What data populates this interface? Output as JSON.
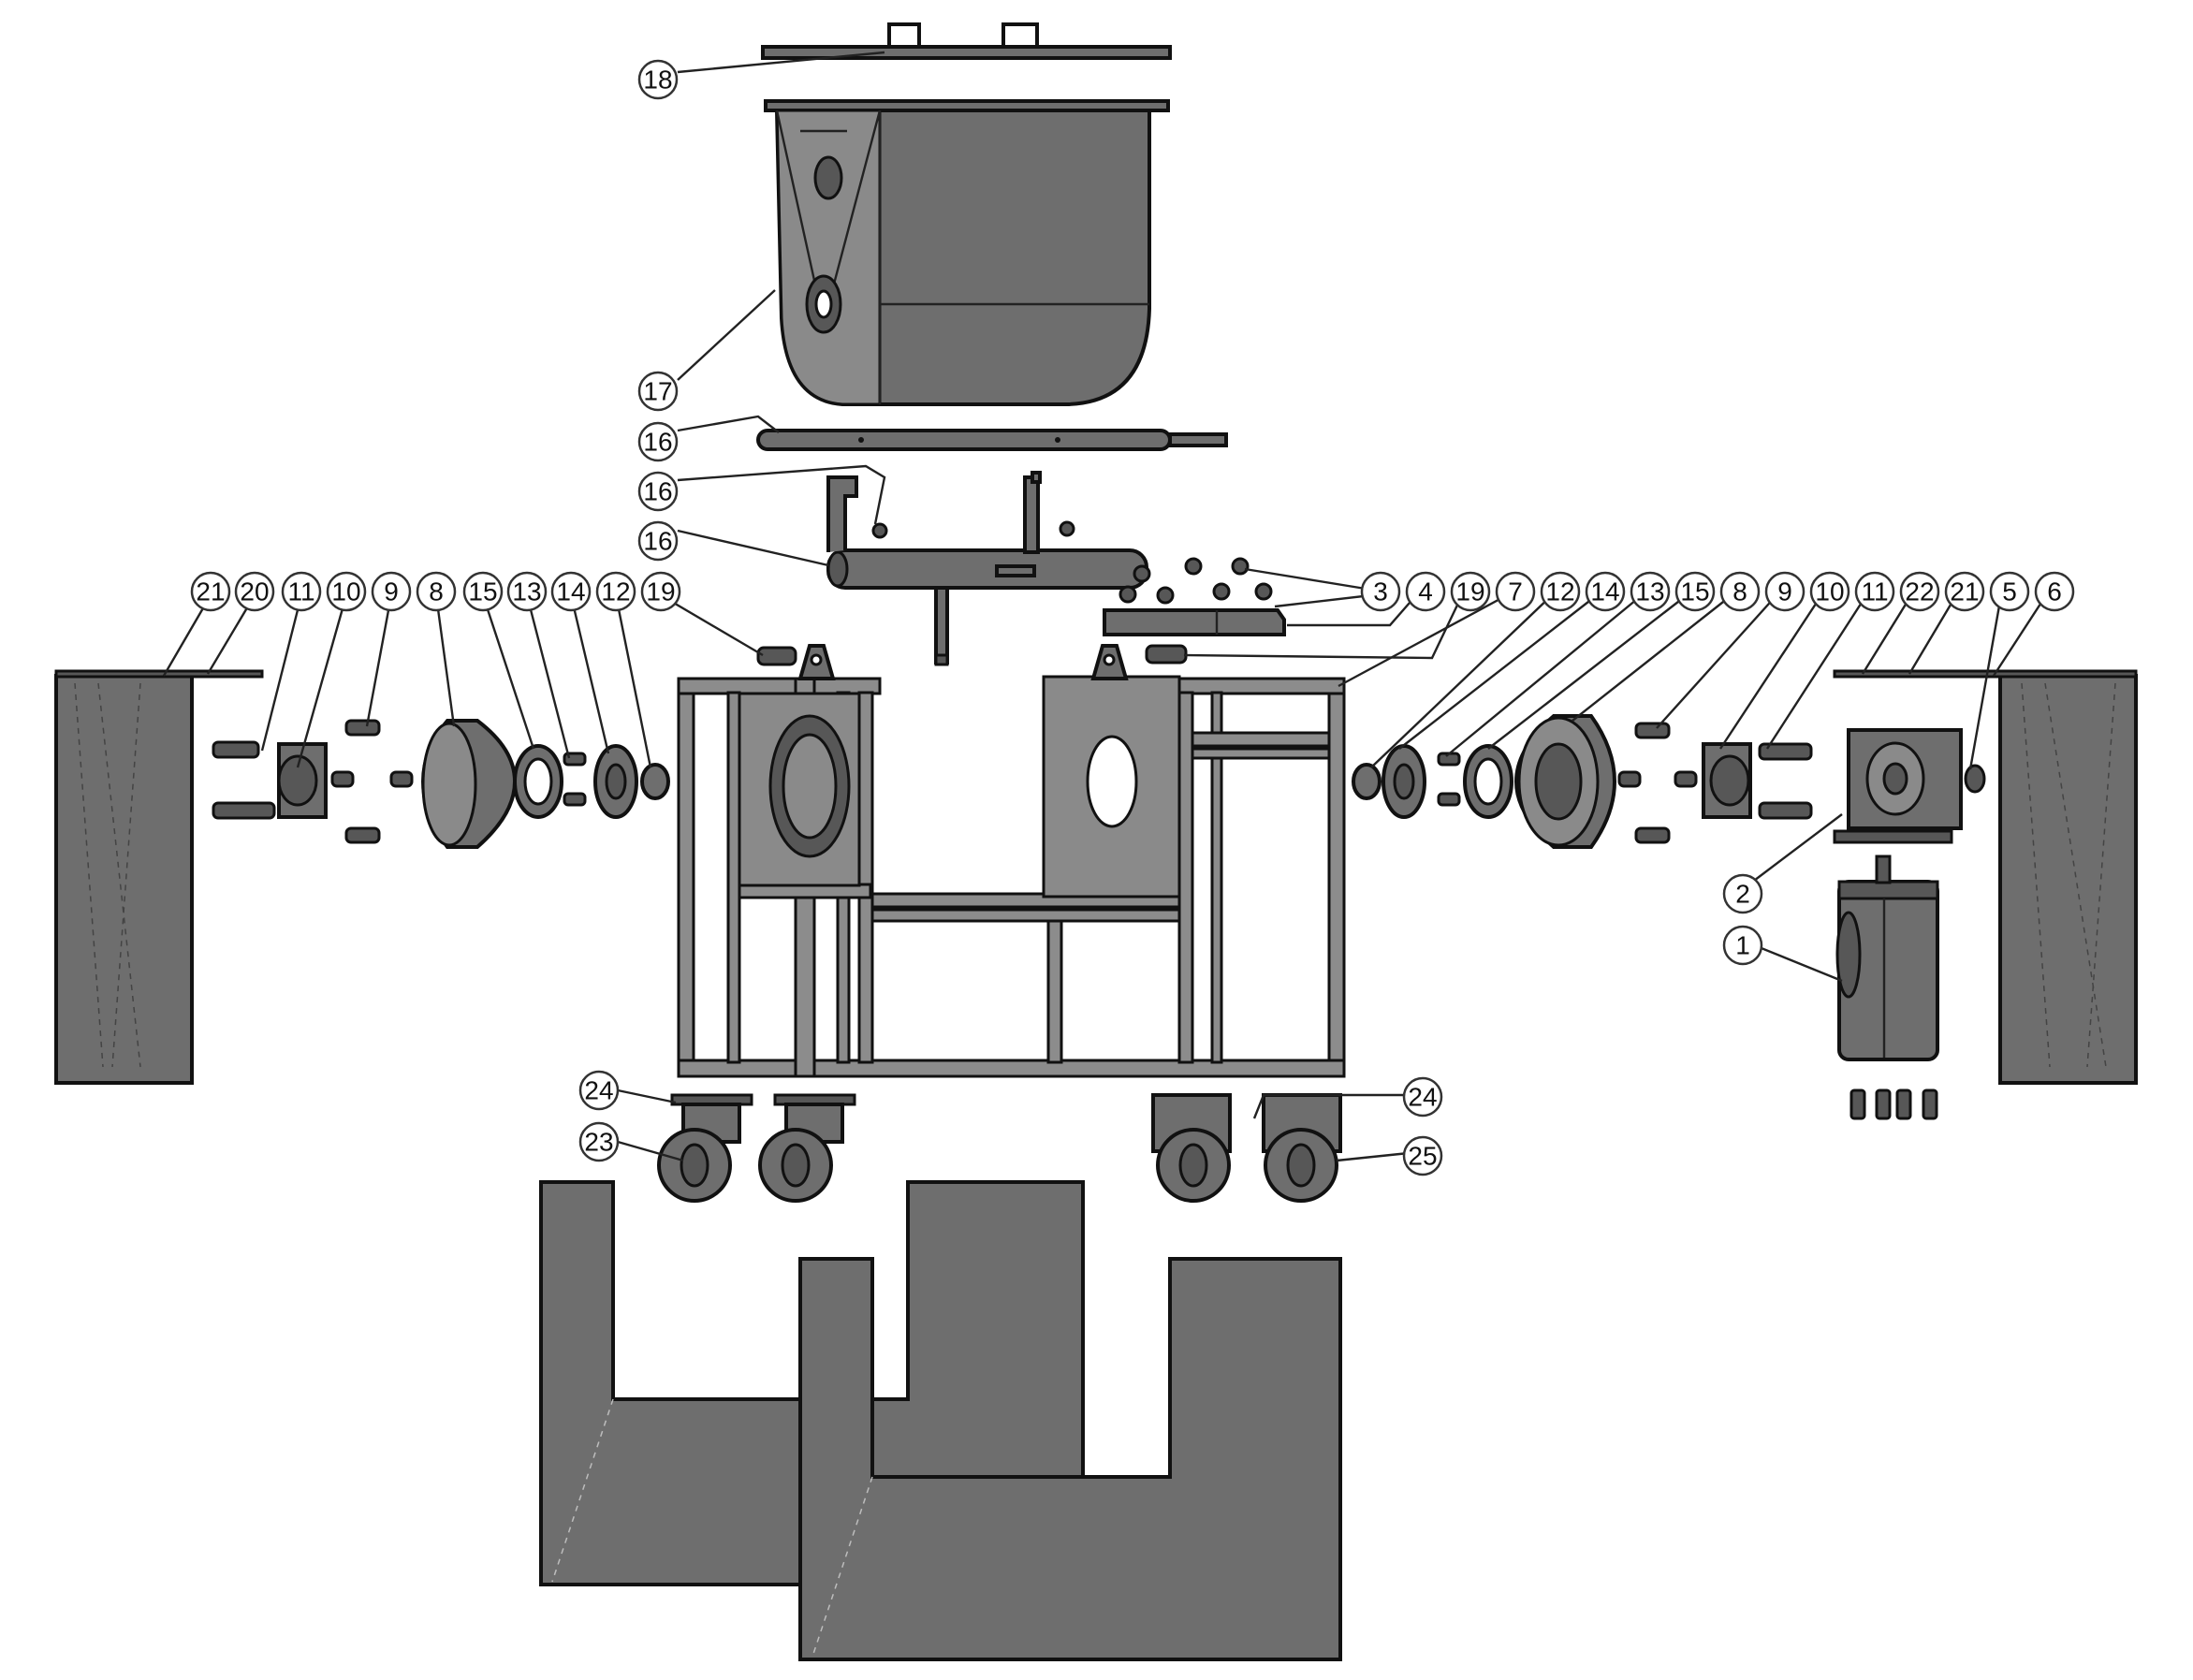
{
  "callouts": [
    "18",
    "17",
    "16",
    "16",
    "16",
    "21",
    "20",
    "11",
    "10",
    "9",
    "8",
    "15",
    "13",
    "14",
    "12",
    "19",
    "3",
    "4",
    "19",
    "7",
    "12",
    "14",
    "13",
    "15",
    "8",
    "9",
    "10",
    "11",
    "22",
    "21",
    "5",
    "6",
    "2",
    "1",
    "24",
    "23",
    "24",
    "25"
  ]
}
